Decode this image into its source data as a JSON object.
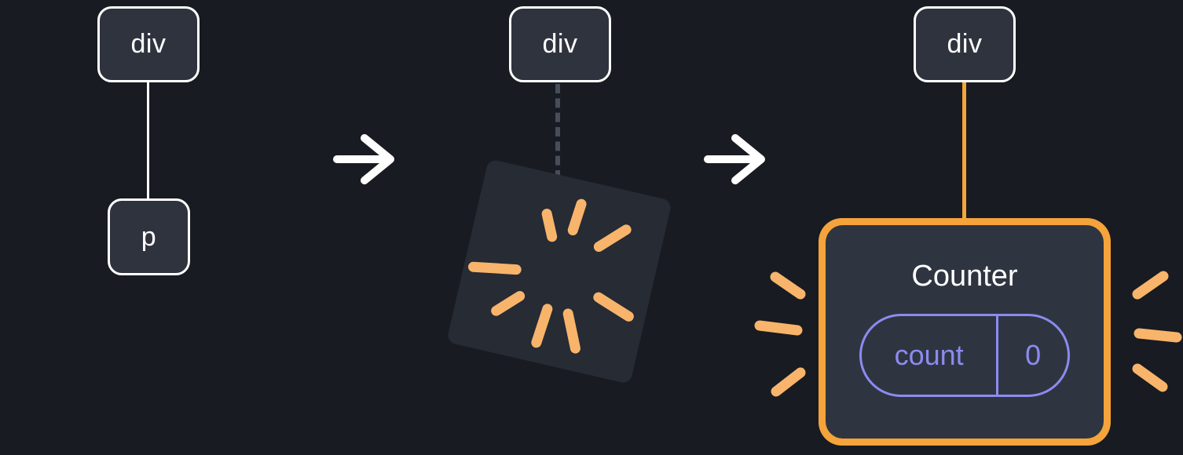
{
  "diagram": {
    "stage1": {
      "parent": "div",
      "child": "p"
    },
    "stage2": {
      "parent": "div"
    },
    "stage3": {
      "parent": "div",
      "component_title": "Counter",
      "state_key": "count",
      "state_value": "0"
    }
  },
  "icons": {
    "arrow1": "arrow-right-icon",
    "arrow2": "arrow-right-icon",
    "poof": "explosion-poof-icon",
    "bursts": "emphasis-burst-icon"
  },
  "colors": {
    "background": "#181B21",
    "node_fill": "#2E333E",
    "node_border": "#FFFFFF",
    "orange_accent": "#F5A33B",
    "burst_orange": "#F8B46B",
    "state_purple": "#8B8BF1",
    "dashed_edge": "#474D59",
    "text_white": "#FFFFFF"
  }
}
